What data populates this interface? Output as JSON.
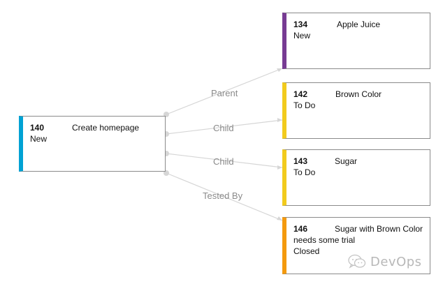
{
  "colors": {
    "task": "#00a2d4",
    "pbi": "#773b93",
    "todo": "#f2cb1d",
    "bug": "#f49a0e",
    "link": "#cfcfcf"
  },
  "source": {
    "id": "140",
    "title": "Create homepage",
    "state": "New"
  },
  "targets": [
    {
      "id": "134",
      "title": "Apple Juice",
      "state": "New",
      "color": "#773b93",
      "link_label": "Parent"
    },
    {
      "id": "142",
      "title": "Brown Color",
      "state": "To Do",
      "color": "#f2cb1d",
      "link_label": "Child"
    },
    {
      "id": "143",
      "title": "Sugar",
      "state": "To Do",
      "color": "#f2cb1d",
      "link_label": "Child"
    },
    {
      "id": "146",
      "title": "Sugar with Brown Color",
      "title_line2": "needs some trial",
      "state": "Closed",
      "color": "#f49a0e",
      "link_label": "Tested By"
    }
  ],
  "watermark": {
    "icon": "wechat-icon",
    "text": "DevOps"
  }
}
